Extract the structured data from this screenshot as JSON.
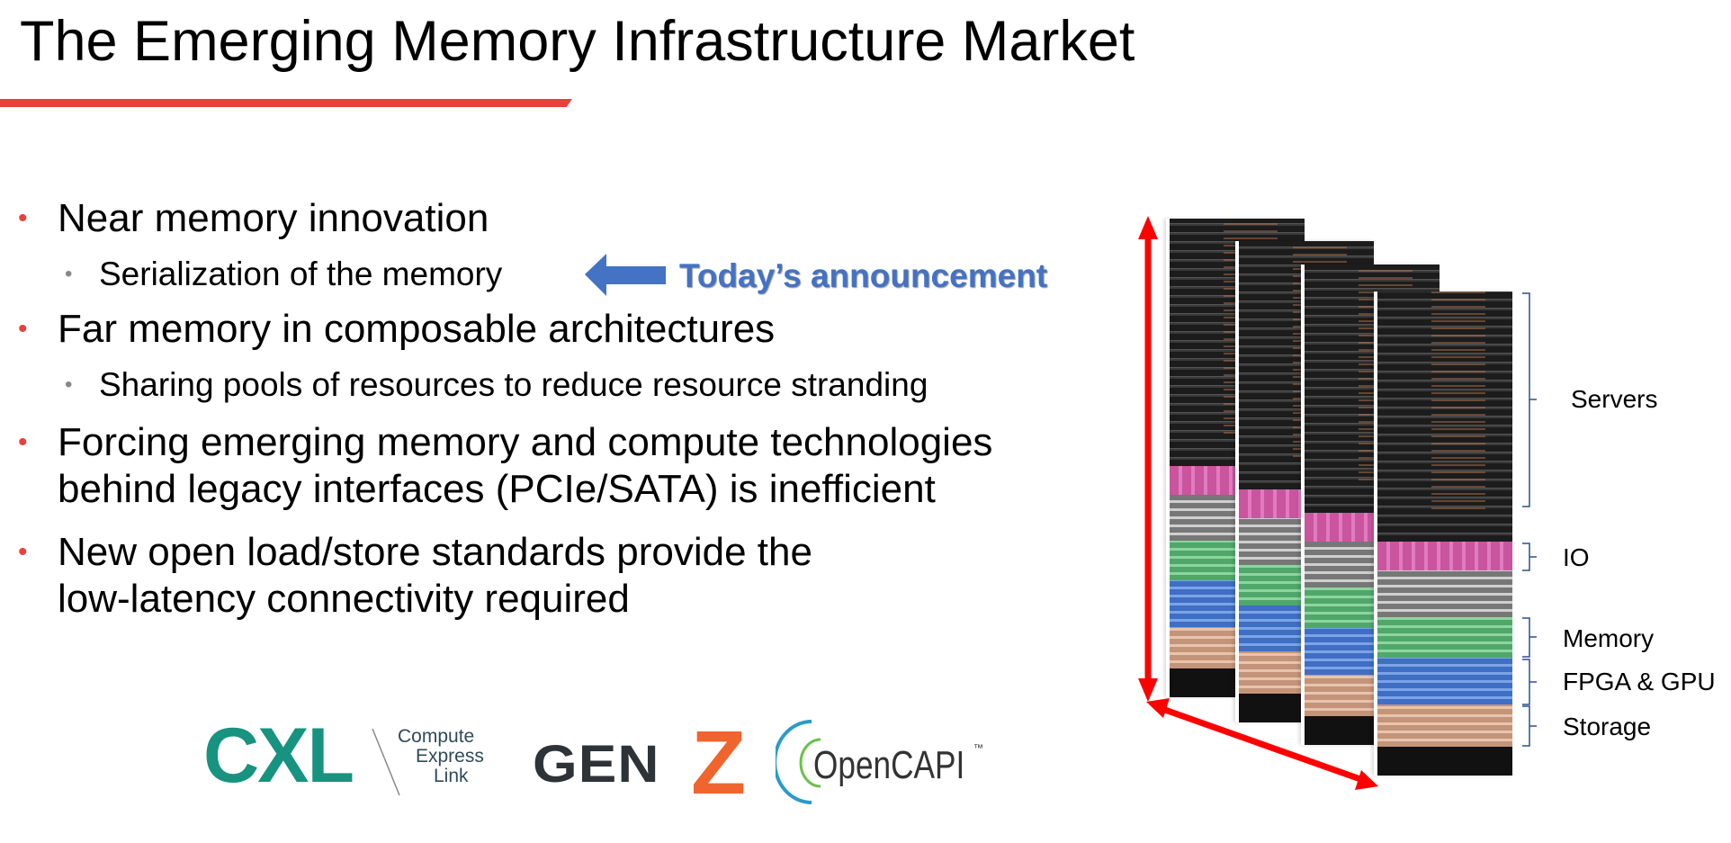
{
  "title": "The Emerging Memory Infrastructure Market",
  "bullets": [
    {
      "text": "Near memory innovation"
    },
    {
      "text": "Serialization of the memory",
      "level": 2
    },
    {
      "text": "Far memory in composable architectures"
    },
    {
      "text": "Sharing pools of resources to reduce resource stranding",
      "level": 2
    },
    {
      "text": "Forcing emerging memory and compute technologies",
      "continuation": "behind legacy interfaces (PCIe/SATA) is inefficient"
    },
    {
      "text": "New open load/store standards provide the",
      "continuation": "low-latency connectivity required"
    }
  ],
  "callout": {
    "text": "Today’s announcement",
    "icon": "left-arrow-icon",
    "color": "#4472C4"
  },
  "rack_labels": {
    "servers": "Servers",
    "io": "IO",
    "memory": "Memory",
    "fpga_gpu": "FPGA & GPU",
    "storage": "Storage"
  },
  "logos": {
    "cxl": {
      "mark": "CXL",
      "line1": "Compute",
      "line2": "Express",
      "line3": "Link"
    },
    "genz": {
      "mark": "GEN",
      "z": "Z"
    },
    "opencapi": {
      "mark": "OpenCAPI",
      "tm": "™"
    }
  },
  "colors": {
    "accent": "#E8403A",
    "io": "#D060B0",
    "memory": "#5CB077",
    "fpga": "#4A78C8",
    "storage": "#D0A287"
  }
}
